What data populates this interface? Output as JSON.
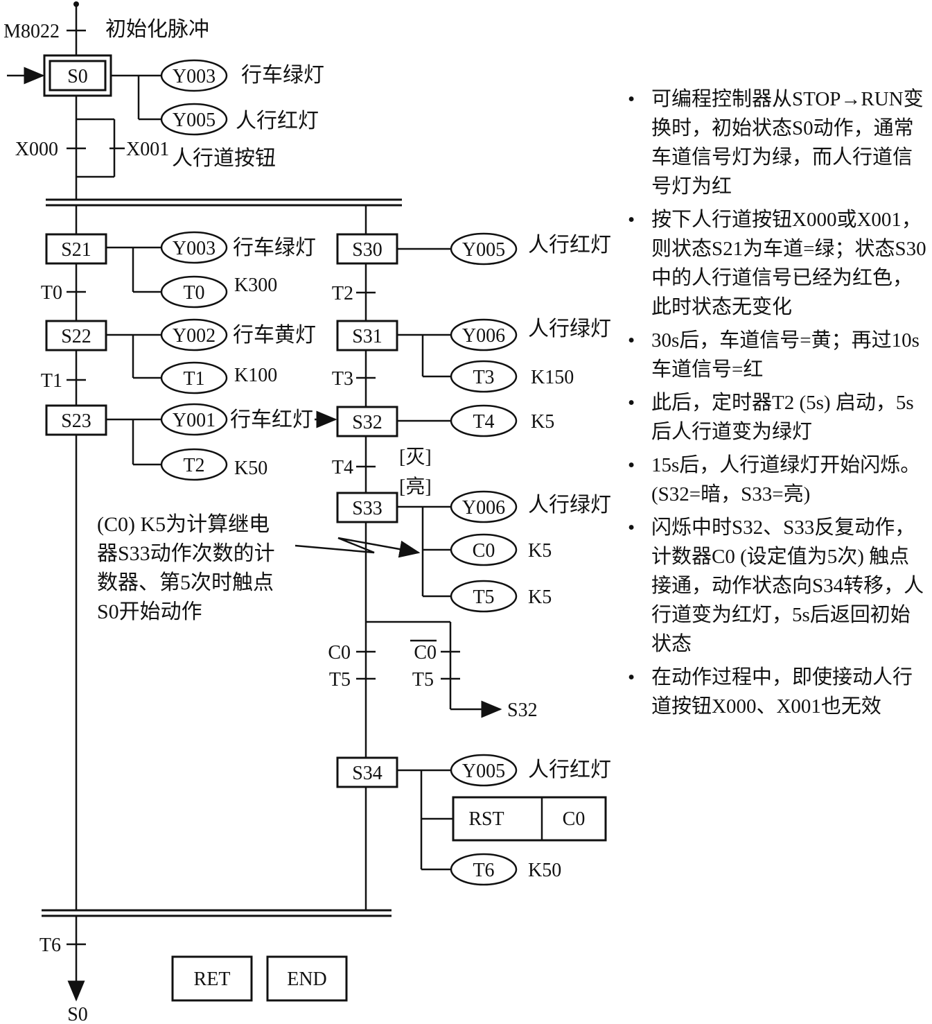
{
  "top": {
    "m8022": "M8022",
    "init_pulse": "初始化脉冲"
  },
  "s0": {
    "step": "S0",
    "y003": "Y003",
    "y003_label": "行车绿灯",
    "y005": "Y005",
    "y005_label": "人行红灯"
  },
  "x_trans": {
    "x000": "X000",
    "x001": "X001",
    "label": "人行道按钮"
  },
  "s21": {
    "step": "S21",
    "y003": "Y003",
    "y003_label": "行车绿灯",
    "t0": "T0",
    "k": "K300"
  },
  "t0": "T0",
  "s22": {
    "step": "S22",
    "y002": "Y002",
    "y002_label": "行车黄灯",
    "t1": "T1",
    "k": "K100"
  },
  "t1": "T1",
  "s23": {
    "step": "S23",
    "y001": "Y001",
    "y001_label": "行车红灯",
    "t2": "T2",
    "k": "K50"
  },
  "s30": {
    "step": "S30",
    "y005": "Y005",
    "y005_label": "人行红灯"
  },
  "t2": "T2",
  "s31": {
    "step": "S31",
    "y006": "Y006",
    "y006_label": "人行绿灯",
    "t3": "T3",
    "k": "K150"
  },
  "t3": "T3",
  "s32": {
    "step": "S32",
    "t4": "T4",
    "k": "K5"
  },
  "t4": "T4",
  "bracket_off": "[灭]",
  "bracket_on": "[亮]",
  "s33": {
    "step": "S33",
    "y006": "Y006",
    "y006_label": "人行绿灯",
    "c0": "C0",
    "c0_k": "K5",
    "t5": "T5",
    "t5_k": "K5"
  },
  "annotation": {
    "line1": "(C0) K5为计算继电",
    "line2": "器S33动作次数的计",
    "line3": "数器、第5次时触点",
    "line4": "S0开始动作"
  },
  "branch": {
    "c0": "C0",
    "t5": "T5",
    "c0_bar": "C0",
    "t5b": "T5",
    "to_s32": "S32"
  },
  "s34": {
    "step": "S34",
    "y005": "Y005",
    "y005_label": "人行红灯",
    "rst": "RST",
    "rst_target": "C0",
    "t6": "T6",
    "k": "K50"
  },
  "t6": "T6",
  "ret": "RET",
  "end": "END",
  "bottom_s0": "S0",
  "notes": [
    "可编程控制器从STOP→RUN变换时，初始状态S0动作，通常车道信号灯为绿，而人行道信号灯为红",
    "按下人行道按钮X000或X001，则状态S21为车道=绿；状态S30中的人行道信号已经为红色，此时状态无变化",
    "30s后，车道信号=黄；再过10s 车道信号=红",
    "此后，定时器T2 (5s) 启动，5s后人行道变为绿灯",
    "15s后，人行道绿灯开始闪烁。(S32=暗，S33=亮)",
    "闪烁中时S32、S33反复动作，计数器C0 (设定值为5次) 触点接通，动作状态向S34转移，人行道变为红灯，5s后返回初始状态",
    "在动作过程中，即使接动人行道按钮X000、X001也无效"
  ]
}
